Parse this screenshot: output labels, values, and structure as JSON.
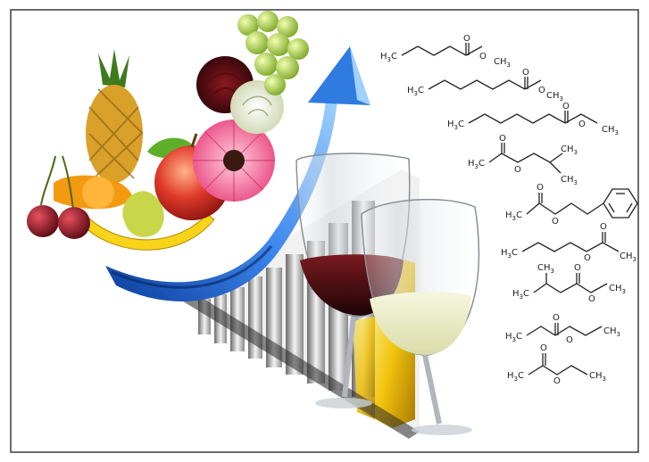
{
  "colors": {
    "frame": "#3a3a3a",
    "arrow_light": "#6fb3ff",
    "arrow_dark": "#0c3d9c",
    "bar_light": "#f0f0f0",
    "bar_dark": "#555555",
    "gold": "#f2c40e",
    "red_wine": "#3b0a0e",
    "white_wine": "#eef0c8",
    "molecule_line": "#222222"
  },
  "illustration": {
    "fruits": [
      "cherries-icon",
      "pineapple-icon",
      "orange-icon",
      "pear-icon",
      "apple-icon",
      "banana-icon",
      "leaf-icon"
    ],
    "flowers": [
      "red-rose-icon",
      "white-rose-icon",
      "pink-gerbera-icon"
    ],
    "grapes": "green-grapes-icon",
    "arrow": "blue-rising-arrow-icon",
    "chart": "grey-gold-bar-chart-icon",
    "glasses": [
      "red-wine-glass-icon",
      "white-wine-glass-icon"
    ]
  },
  "molecules": [
    {
      "name": "ethyl-hexanoate",
      "atoms": [
        {
          "text": "H",
          "sub": "3",
          "pre": "C"
        },
        {
          "text": "O"
        },
        {
          "text": "O"
        },
        {
          "text": "CH",
          "sub": "3"
        }
      ]
    },
    {
      "name": "ethyl-octanoate",
      "atoms": [
        {
          "text": "H",
          "sub": "3",
          "pre": "C"
        },
        {
          "text": "O"
        },
        {
          "text": "O"
        },
        {
          "text": "CH",
          "sub": "3"
        }
      ]
    },
    {
      "name": "ethyl-decanoate",
      "atoms": [
        {
          "text": "H",
          "sub": "3",
          "pre": "C"
        },
        {
          "text": "O"
        },
        {
          "text": "O"
        },
        {
          "text": "CH",
          "sub": "3"
        }
      ]
    },
    {
      "name": "isoamyl-acetate",
      "atoms": [
        {
          "text": "H",
          "sub": "3",
          "pre": "C"
        },
        {
          "text": "O"
        },
        {
          "text": "O"
        },
        {
          "text": "CH",
          "sub": "3"
        },
        {
          "text": "CH",
          "sub": "3"
        }
      ]
    },
    {
      "name": "phenylethyl-acetate",
      "atoms": [
        {
          "text": "H",
          "sub": "3",
          "pre": "C"
        },
        {
          "text": "O"
        },
        {
          "text": "O"
        }
      ]
    },
    {
      "name": "hexyl-acetate",
      "atoms": [
        {
          "text": "H",
          "sub": "3",
          "pre": "C"
        },
        {
          "text": "O"
        },
        {
          "text": "O"
        },
        {
          "text": "CH",
          "sub": "3"
        }
      ]
    },
    {
      "name": "ethyl-isovalerate",
      "atoms": [
        {
          "text": "H",
          "sub": "3",
          "pre": "C"
        },
        {
          "text": "CH",
          "sub": "3"
        },
        {
          "text": "O"
        },
        {
          "text": "O"
        },
        {
          "text": "CH",
          "sub": "3"
        }
      ]
    },
    {
      "name": "ethyl-butanoate",
      "atoms": [
        {
          "text": "H",
          "sub": "3",
          "pre": "C"
        },
        {
          "text": "O"
        },
        {
          "text": "O"
        },
        {
          "text": "CH",
          "sub": "3"
        }
      ]
    },
    {
      "name": "ethyl-propanoate",
      "atoms": [
        {
          "text": "H",
          "sub": "3",
          "pre": "C"
        },
        {
          "text": "O"
        },
        {
          "text": "O"
        },
        {
          "text": "CH",
          "sub": "3"
        }
      ]
    }
  ]
}
